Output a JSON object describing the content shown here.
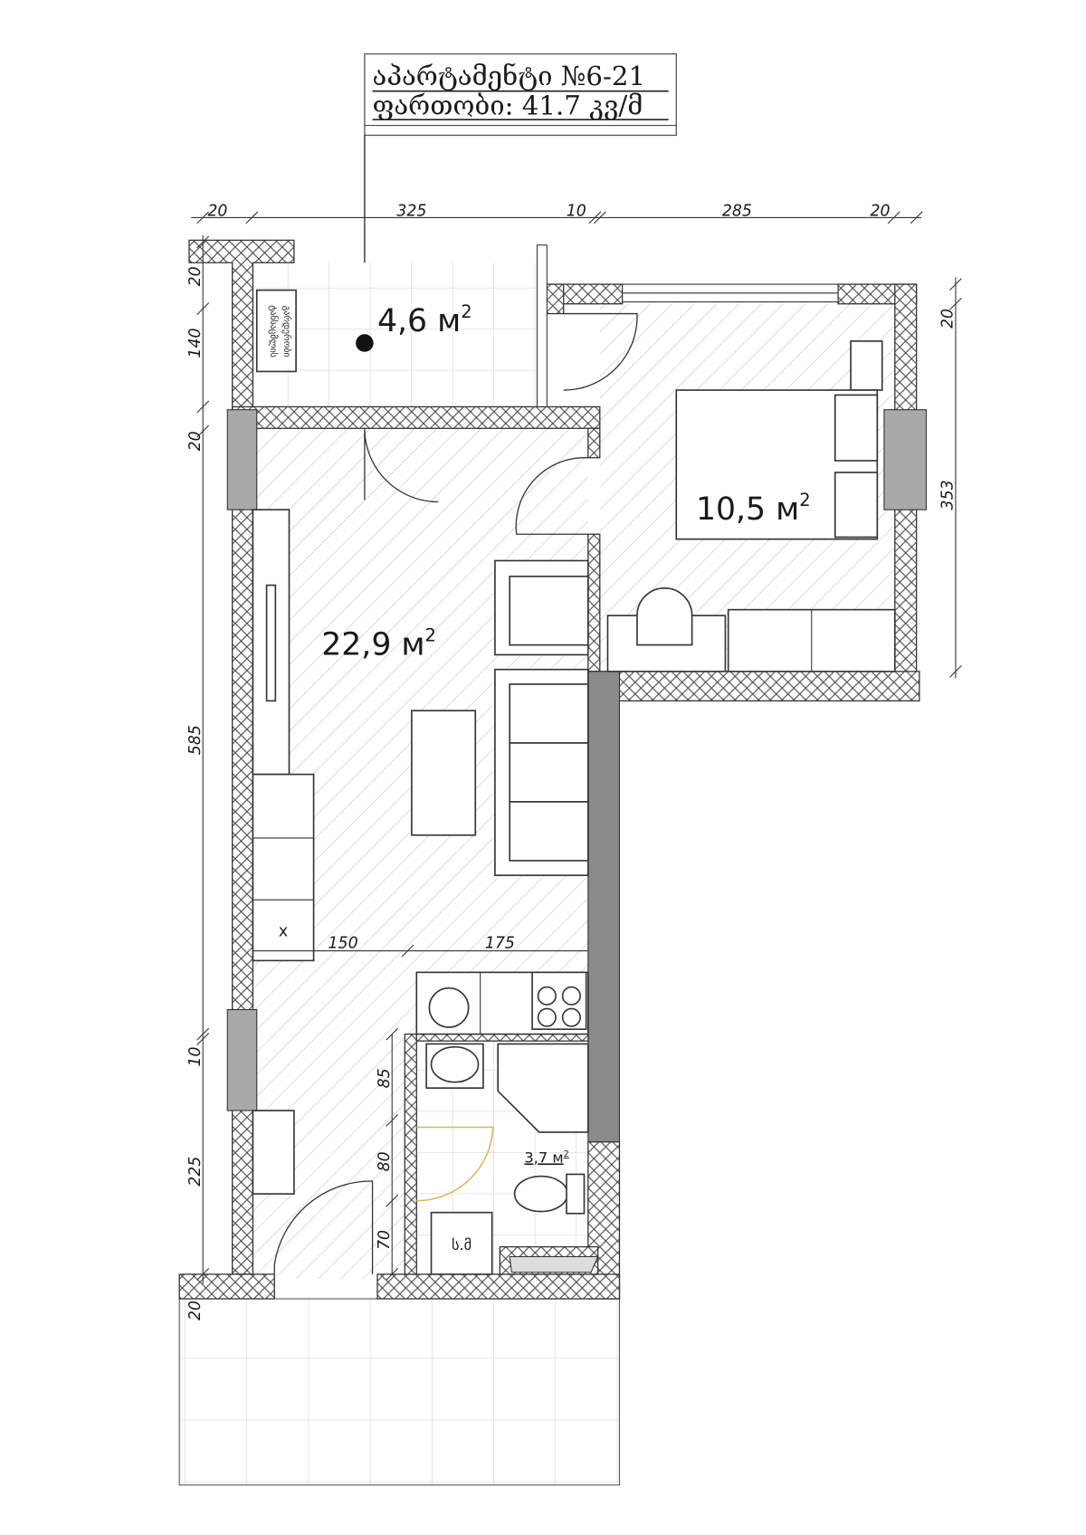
{
  "title": {
    "line1": "აპარტამენტი №6-21",
    "line2": "ფართობი: 41.7 კვ/მ"
  },
  "rooms": {
    "balcony_area": "4,6 м",
    "living_area": "22,9 м",
    "bedroom_area": "10,5 м",
    "bathroom_area": "3,7 м",
    "sup": "2"
  },
  "labels": {
    "wardrobe_line1": "ტანსაცმლის",
    "wardrobe_line2": "გარდერობი",
    "washer": "ს.მ",
    "fridge_mark": "x"
  },
  "dimensions": {
    "top": [
      "20",
      "325",
      "10",
      "285",
      "20"
    ],
    "left": [
      "20",
      "140",
      "20",
      "585",
      "10",
      "225",
      "20"
    ],
    "right": [
      "20",
      "353"
    ],
    "inner_horizontal": [
      "150",
      "175"
    ],
    "bathroom_vertical": [
      "85",
      "80",
      "70"
    ]
  },
  "colors": {
    "wall_dark": "#8a8a8a",
    "bath_door": "#e0b860"
  }
}
